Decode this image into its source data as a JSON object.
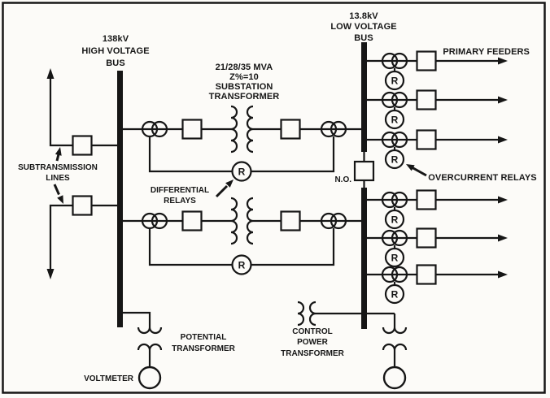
{
  "colors": {
    "ink": "#161616",
    "paper": "#fcfbf8"
  },
  "labels": {
    "hv_bus": [
      "138kV",
      "HIGH VOLTAGE",
      "BUS"
    ],
    "lv_bus": [
      "13.8kV",
      "LOW VOLTAGE",
      "BUS"
    ],
    "substation_transformer": [
      "21/28/35 MVA",
      "Z%=10",
      "SUBSTATION",
      "TRANSFORMER"
    ],
    "subtransmission_lines": [
      "SUBTRANSMISSION",
      "LINES"
    ],
    "differential_relays": [
      "DIFFERENTIAL",
      "RELAYS"
    ],
    "primary_feeders": "PRIMARY FEEDERS",
    "overcurrent_relays": "OVERCURRENT RELAYS",
    "normally_open": "N.O.",
    "potential_transformer": [
      "POTENTIAL",
      "TRANSFORMER"
    ],
    "voltmeter": "VOLTMETER",
    "control_power_transformer": [
      "CONTROL",
      "POWER",
      "TRANSFORMER"
    ],
    "relay_symbol": "R"
  },
  "structure": {
    "primary_feeder_count": 6,
    "transformer_branch_count": 2,
    "subtransmission_line_count": 2,
    "relay_circle_count": 8
  }
}
